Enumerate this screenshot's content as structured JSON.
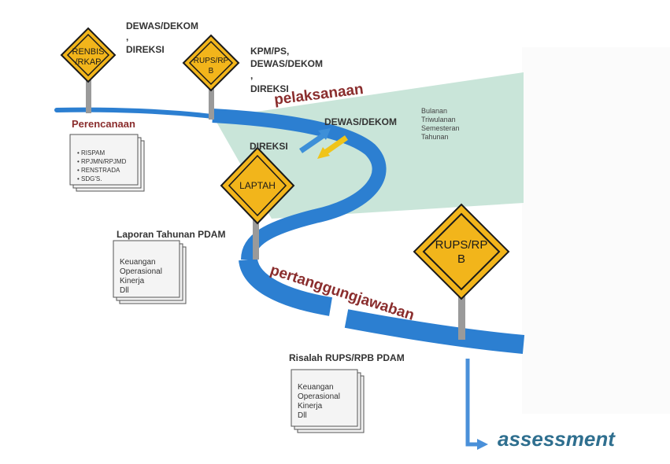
{
  "colors": {
    "river": "#2c7fd1",
    "river_dark": "#1c5fb0",
    "sign_fill": "#f2b51b",
    "sign_border": "#1a1a1a",
    "post": "#9a9a9a",
    "area": "#bfe0d2",
    "phase_text": "#8a2d2d",
    "arrow_blue": "#3d8fd8",
    "arrow_yellow": "#f0c419",
    "assessment": "#2f6f8f"
  },
  "signs": {
    "renbis": "RENBIS/RKAP",
    "rups_top": "RUPS/RPB",
    "laptah": "LAPTAH",
    "rups_big": "RUPS/RPB"
  },
  "labels": {
    "top_actor_1": "DEWAS/DEKOM",
    "top_actor_sep": ",",
    "top_actor_2": "DIREKSI",
    "mid_actor_1": "KPM/PS,",
    "mid_actor_2": "DEWAS/DEKOM",
    "mid_actor_sep": ",",
    "mid_actor_3": "DIREKSI",
    "pelaksanaan": "pelaksanaan",
    "dewas_dekom": "DEWAS/DEKOM",
    "direksi": "DIREKSI",
    "pertanggungjawaban": "pertanggungjawaban",
    "perencanaan": "Perencanaan",
    "laporan": "Laporan Tahunan PDAM",
    "risalah": "Risalah RUPS/RPB PDAM",
    "assessment": "assessment"
  },
  "periods": [
    "Bulanan",
    "Triwulanan",
    "Semesteran",
    "Tahunan"
  ],
  "docs": {
    "perencanaan_items": [
      "RISPAM",
      "RPJMN/RPJMD",
      "RENSTRADA",
      "SDG'S."
    ],
    "laporan_items": [
      "Keuangan",
      "Operasional",
      "Kinerja",
      "Dll"
    ],
    "risalah_items": [
      "Keuangan",
      "Operasional",
      "Kinerja",
      "Dll"
    ]
  }
}
